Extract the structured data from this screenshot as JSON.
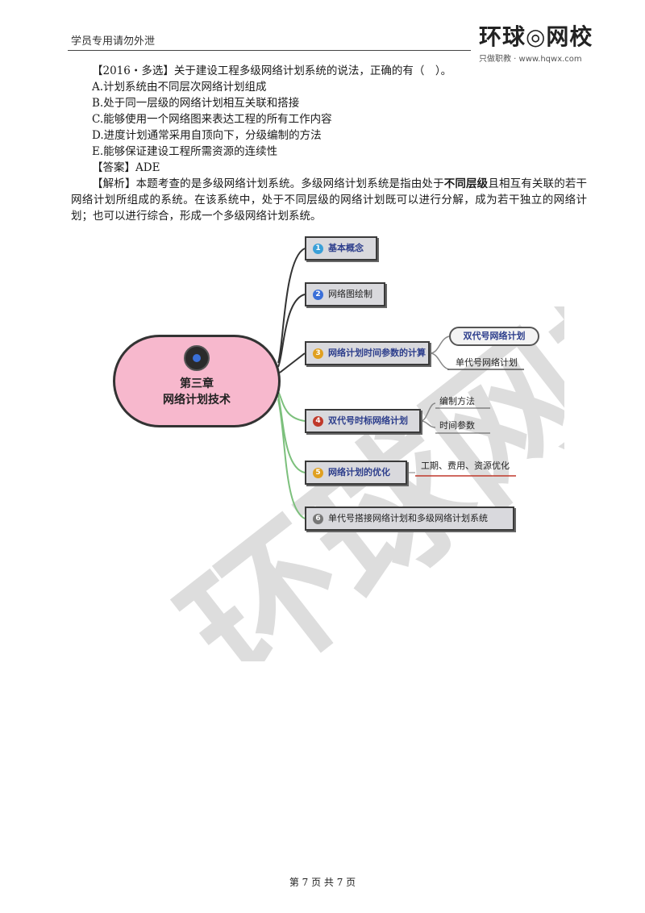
{
  "header": {
    "left_text": "学员专用请勿外泄",
    "logo_main": "环球◎网校",
    "logo_sub": "只做职教 · www.hqwx.com"
  },
  "question": {
    "stem": "【2016・多选】关于建设工程多级网络计划系统的说法，正确的有（　）。",
    "options": [
      "A.计划系统由不同层次网络计划组成",
      "B.处于同一层级的网络计划相互关联和搭接",
      "C.能够使用一个网络图来表达工程的所有工作内容",
      "D.进度计划通常采用自顶向下，分级编制的方法",
      "E.能够保证建设工程所需资源的连续性"
    ],
    "answer": "【答案】ADE",
    "analysis_prefix": "【解析】本题考查的是多级网络计划系统。多级网络计划系统是指由处于",
    "analysis_bold": "不同层级",
    "analysis_suffix": "且相互有关联的若干网络计划所组成的系统。在该系统中，处于不同层级的网络计划既可以进行分解，成为若干独立的网络计划；也可以进行综合，形成一个多级网络计划系统。"
  },
  "mindmap": {
    "center_line1": "第三章",
    "center_line2": "网络计划技术",
    "nodes": [
      {
        "num": "1",
        "label": "基本概念",
        "num_color": "#3aa0d8"
      },
      {
        "num": "2",
        "label": "网络图绘制",
        "num_color": "#3a6fd8"
      },
      {
        "num": "3",
        "label": "网络计划时间参数的计算",
        "num_color": "#e0a020"
      },
      {
        "num": "4",
        "label": "双代号时标网络计划",
        "num_color": "#c0392b"
      },
      {
        "num": "5",
        "label": "网络计划的优化",
        "num_color": "#e0a020"
      },
      {
        "num": "6",
        "label": "单代号搭接网络计划和多级网络计划系统",
        "num_color": "#777777"
      }
    ],
    "sub3a": "双代号网络计划",
    "sub3b": "单代号网络计划",
    "sub4a": "编制方法",
    "sub4b": "时间参数",
    "sub5": "工期、费用、资源优化"
  },
  "watermark_text": "环球网校",
  "footer": "第 7 页 共 7 页"
}
